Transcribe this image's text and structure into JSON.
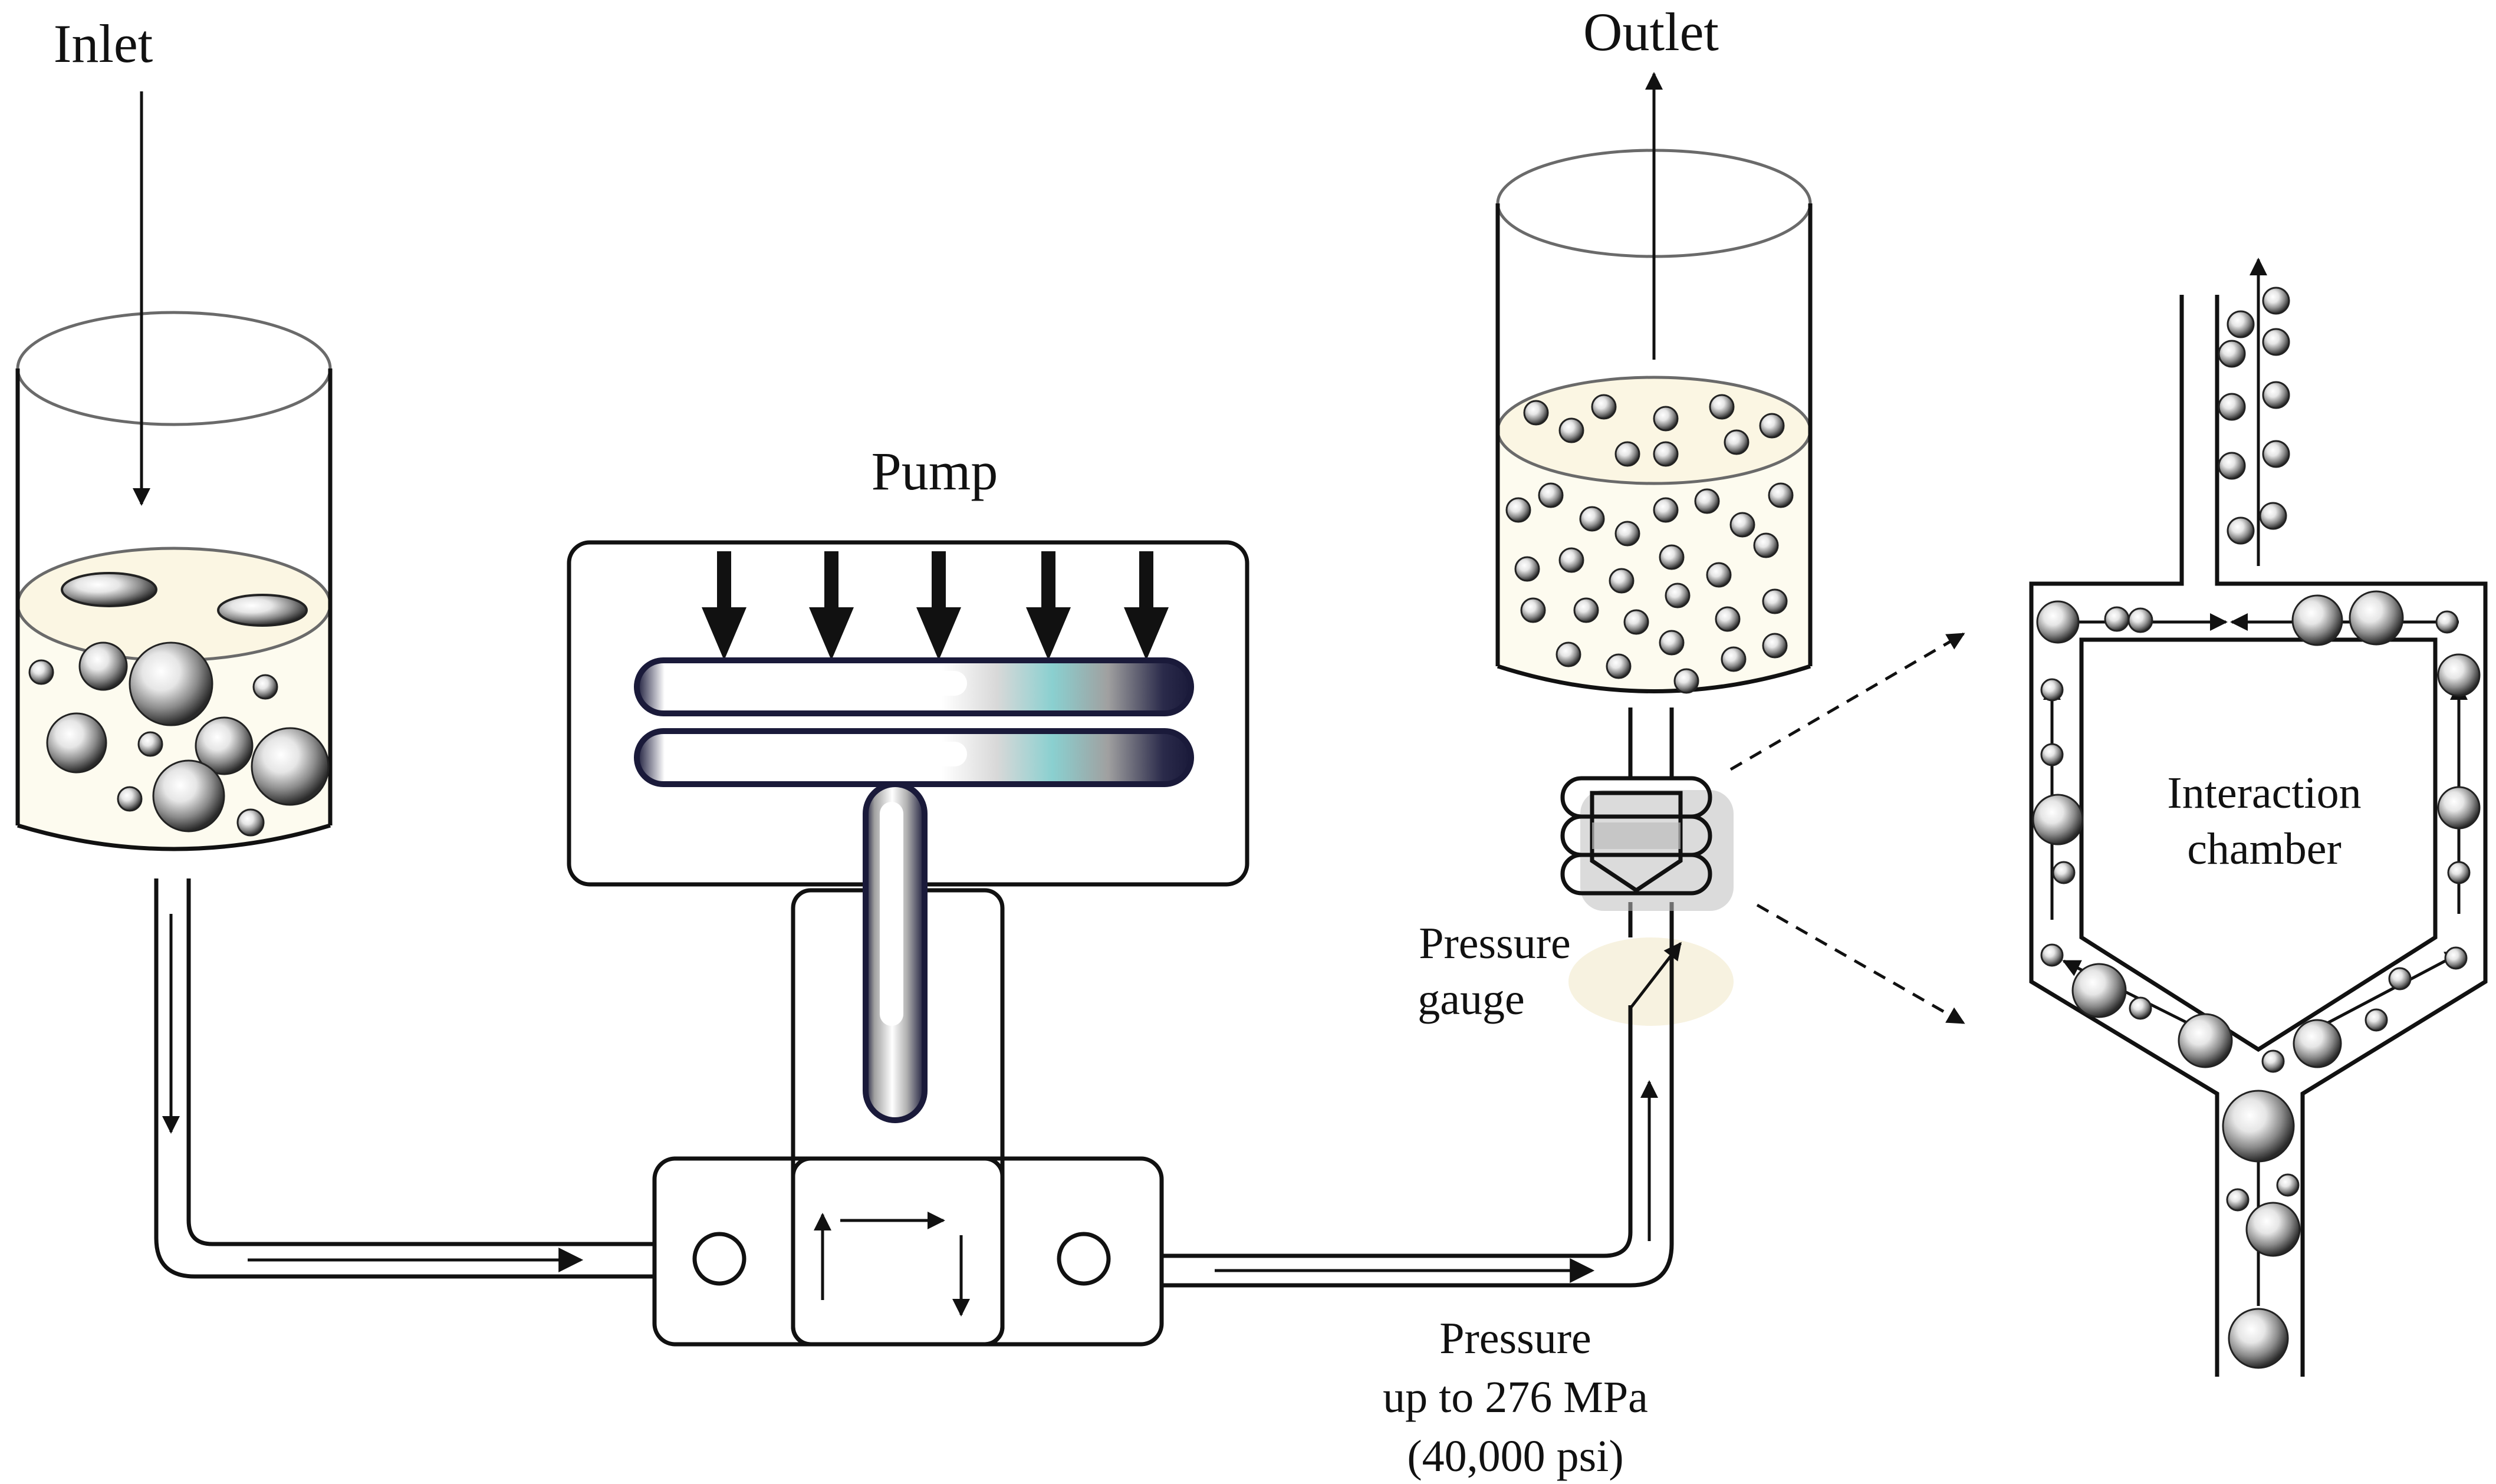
{
  "labels": {
    "inlet": "Inlet",
    "outlet": "Outlet",
    "pump": "Pump",
    "pressure_gauge_line1": "Pressure",
    "pressure_gauge_line2": "gauge",
    "pressure_line1": "Pressure",
    "pressure_line2": "up to 276 MPa",
    "pressure_line3": "(40,000 psi)",
    "chamber_line1": "Interaction",
    "chamber_line2": "chamber"
  },
  "colors": {
    "line": "#111111",
    "liquid": "#fdfbef",
    "glass_rim": "#6a6a6a",
    "tube_dark": "#1a1a3a",
    "tube_light": "#ffffff",
    "tube_accent": "#7fd0d0",
    "gauge_highlight": "#f7f2e0"
  }
}
